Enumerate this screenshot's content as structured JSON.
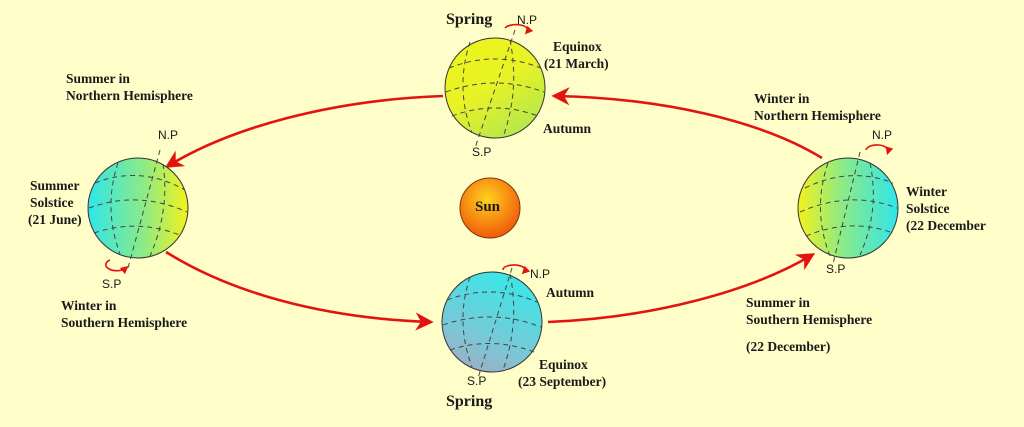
{
  "sun": {
    "label": "Sun"
  },
  "top": {
    "season": "Spring",
    "event": "Equinox",
    "date": "(21 March)",
    "opposite_season": "Autumn",
    "north_pole": "N.P",
    "south_pole": "S.P"
  },
  "bottom": {
    "season": "Spring",
    "event": "Equinox",
    "date": "(23 September)",
    "opposite_season": "Autumn",
    "north_pole": "N.P",
    "south_pole": "S.P"
  },
  "left": {
    "event_line1": "Summer",
    "event_line2": "Solstice",
    "date": "(21 June)",
    "north_pole": "N.P",
    "south_pole": "S.P",
    "north_note_line1": "Summer in",
    "north_note_line2": "Northern Hemisphere",
    "south_note_line1": "Winter in",
    "south_note_line2": "Southern Hemisphere"
  },
  "right": {
    "event_line1": "Winter",
    "event_line2": "Solstice",
    "date": "(22 December",
    "north_pole": "N.P",
    "south_pole": "S.P",
    "north_note_line1": "Winter in",
    "north_note_line2": "Northern Hemisphere",
    "south_note_line1": "Summer in",
    "south_note_line2": "Southern Hemisphere",
    "extra_date": "(22 December)"
  },
  "colors": {
    "background": "#FFFDC8",
    "orbit": "#E3140F",
    "sun_inner": "#FFD21E",
    "sun_outer": "#F05A0A",
    "globe_yellow": "#F4F31A",
    "globe_cyan": "#3EE7E7",
    "globe_grey": "#9EA6BE"
  }
}
